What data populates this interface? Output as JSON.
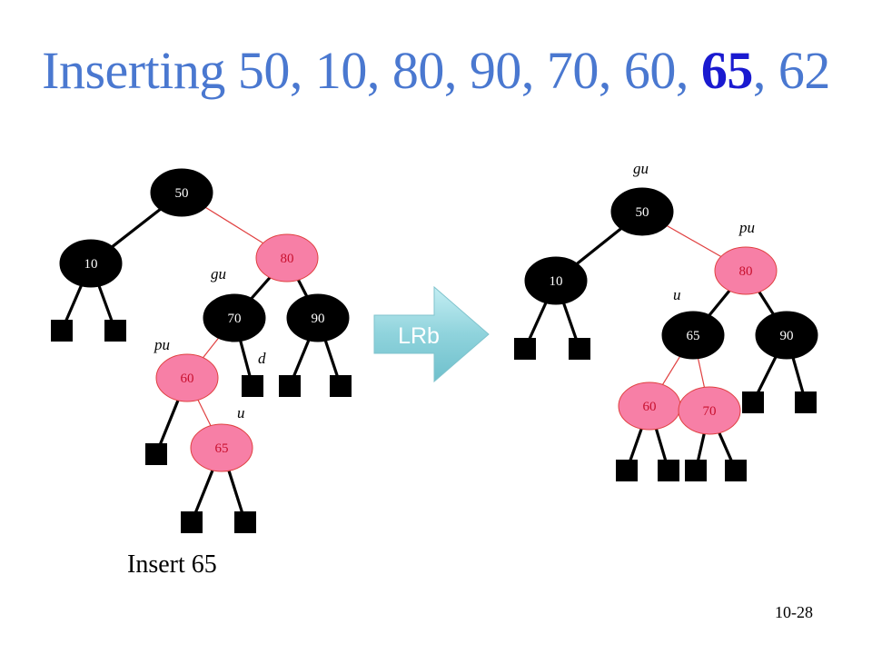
{
  "title": {
    "prefix": "Inserting 50, 10, 80, 90, 70, 60, ",
    "highlight": "65",
    "suffix": ", 62"
  },
  "caption": "Insert 65",
  "page_number": "10-28",
  "transform_label": "LRb",
  "colors": {
    "title": "#4a78d0",
    "title_highlight": "#1a1ad0",
    "black_node": "#000000",
    "red_node": "#f77fa6",
    "red_text": "#c8102e",
    "red_edge": "#e04040",
    "arrow": "#8fd3dc"
  },
  "trees": {
    "before": {
      "nodes": [
        {
          "id": "50",
          "label": "50",
          "color": "black"
        },
        {
          "id": "10",
          "label": "10",
          "color": "black"
        },
        {
          "id": "80",
          "label": "80",
          "color": "red"
        },
        {
          "id": "70",
          "label": "70",
          "color": "black"
        },
        {
          "id": "90",
          "label": "90",
          "color": "black"
        },
        {
          "id": "60",
          "label": "60",
          "color": "red"
        },
        {
          "id": "65",
          "label": "65",
          "color": "red"
        }
      ],
      "edges": [
        {
          "from": "50",
          "to": "10",
          "color": "black"
        },
        {
          "from": "50",
          "to": "80",
          "color": "red"
        },
        {
          "from": "80",
          "to": "70",
          "color": "black"
        },
        {
          "from": "80",
          "to": "90",
          "color": "black"
        },
        {
          "from": "70",
          "to": "60",
          "color": "red"
        },
        {
          "from": "60",
          "to": "65",
          "color": "red"
        }
      ],
      "labels": [
        {
          "text": "gu",
          "node": "70"
        },
        {
          "text": "pu",
          "node": "60"
        },
        {
          "text": "u",
          "node": "65"
        },
        {
          "text": "d",
          "node": "70"
        }
      ]
    },
    "after": {
      "nodes": [
        {
          "id": "50",
          "label": "50",
          "color": "black"
        },
        {
          "id": "10",
          "label": "10",
          "color": "black"
        },
        {
          "id": "80",
          "label": "80",
          "color": "red"
        },
        {
          "id": "65",
          "label": "65",
          "color": "black"
        },
        {
          "id": "90",
          "label": "90",
          "color": "black"
        },
        {
          "id": "60",
          "label": "60",
          "color": "red"
        },
        {
          "id": "70",
          "label": "70",
          "color": "red"
        }
      ],
      "edges": [
        {
          "from": "50",
          "to": "10",
          "color": "black"
        },
        {
          "from": "50",
          "to": "80",
          "color": "red"
        },
        {
          "from": "80",
          "to": "65",
          "color": "black"
        },
        {
          "from": "80",
          "to": "90",
          "color": "black"
        },
        {
          "from": "65",
          "to": "60",
          "color": "red"
        },
        {
          "from": "65",
          "to": "70",
          "color": "red"
        }
      ],
      "labels": [
        {
          "text": "gu",
          "node": "50"
        },
        {
          "text": "pu",
          "node": "80"
        },
        {
          "text": "u",
          "node": "65"
        }
      ]
    }
  }
}
